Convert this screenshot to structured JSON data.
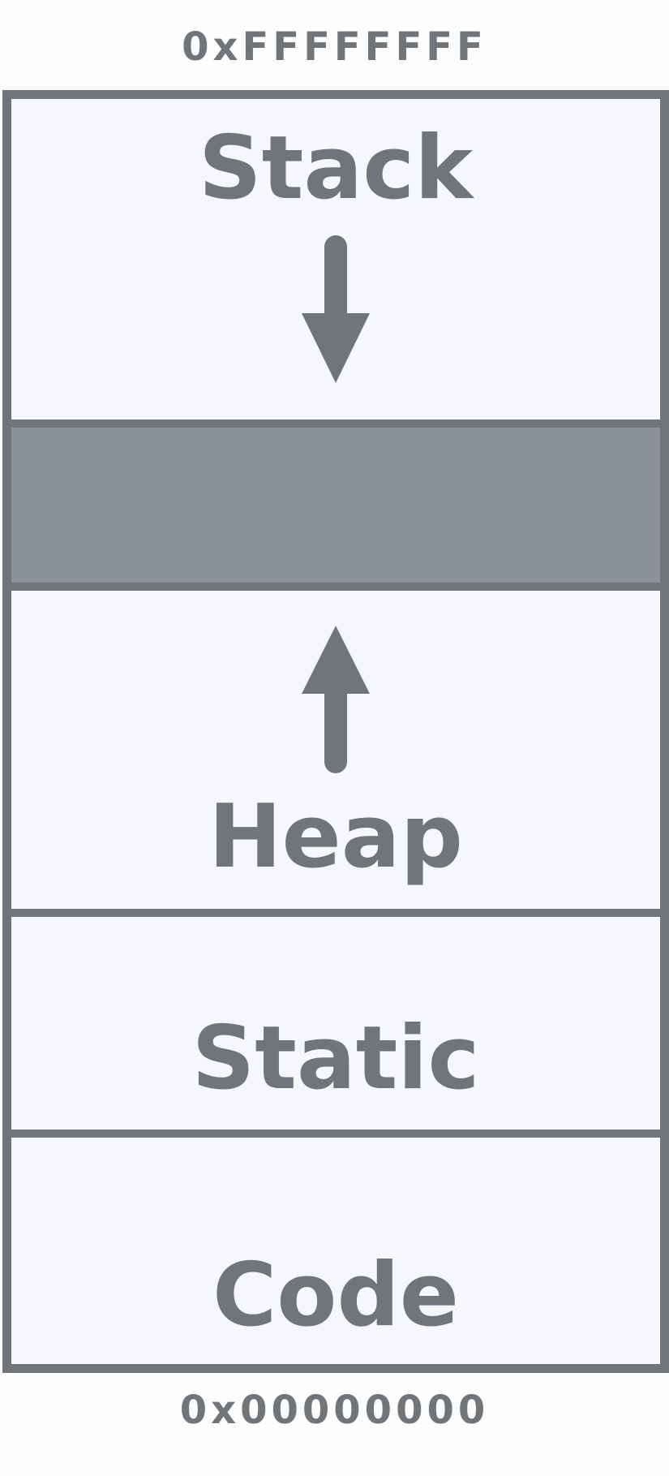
{
  "addresses": {
    "high": "0xFFFFFFFF",
    "low": "0x00000000"
  },
  "regions": {
    "stack": {
      "label": "Stack",
      "arrow": "arrow-down-icon"
    },
    "free": {
      "label": ""
    },
    "heap": {
      "label": "Heap",
      "arrow": "arrow-up-icon"
    },
    "static": {
      "label": "Static"
    },
    "code": {
      "label": "Code"
    }
  },
  "colors": {
    "border": "#707579",
    "region_fill": "#f5f7fa",
    "free_fill": "#8b9198",
    "text": "#707579"
  }
}
